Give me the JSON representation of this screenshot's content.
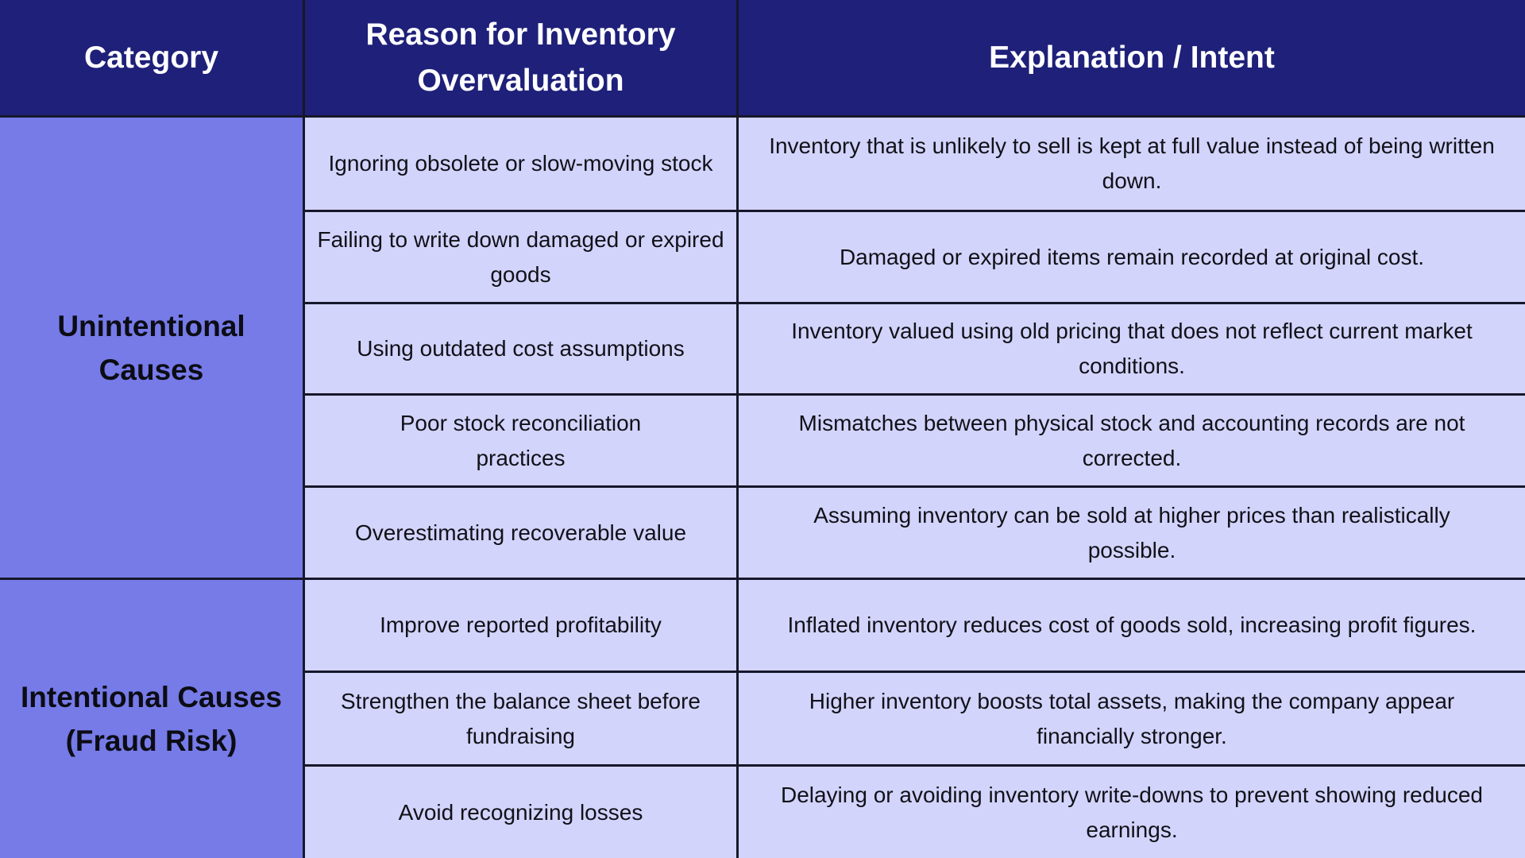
{
  "table": {
    "headers": {
      "category": "Category",
      "reason": "Reason for Inventory Overvaluation",
      "explanation": "Explanation / Intent"
    },
    "colors": {
      "header_bg": "#1e2079",
      "category_bg": "#767be8",
      "cell_bg": "#d3d4fc",
      "border": "#16172a"
    },
    "groups": [
      {
        "category": "Unintentional Causes",
        "rows": [
          {
            "reason": "Ignoring obsolete or slow-moving stock",
            "explanation": "Inventory that is unlikely to sell is kept at full value instead of being written down."
          },
          {
            "reason": "Failing to write down damaged or expired goods",
            "explanation": "Damaged or expired items remain recorded at original cost."
          },
          {
            "reason": "Using outdated cost assumptions",
            "explanation": "Inventory valued using old pricing that does not reflect current market conditions."
          },
          {
            "reason": "Poor stock reconciliation practices",
            "explanation": "Mismatches between physical stock and accounting records are not corrected."
          },
          {
            "reason": "Overestimating recoverable value",
            "explanation": "Assuming inventory can be sold at higher prices than realistically possible."
          }
        ]
      },
      {
        "category": "Intentional Causes (Fraud Risk)",
        "rows": [
          {
            "reason": "Improve reported profitability",
            "explanation": "Inflated inventory reduces cost of goods sold, increasing profit figures."
          },
          {
            "reason": "Strengthen the balance sheet before fundraising",
            "explanation": "Higher inventory boosts total assets, making the company appear financially stronger."
          },
          {
            "reason": "Avoid recognizing losses",
            "explanation": "Delaying or avoiding inventory write-downs to prevent showing reduced earnings."
          }
        ]
      }
    ]
  }
}
